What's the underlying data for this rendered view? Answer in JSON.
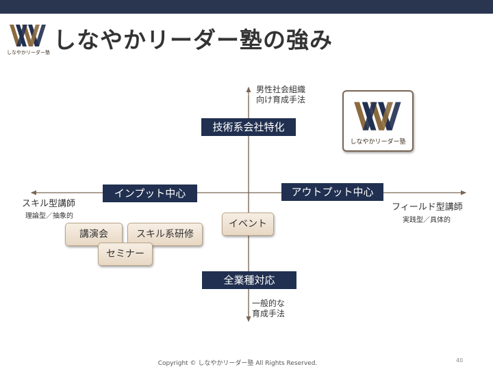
{
  "title": "しなやかリーダー塾の強み",
  "logo": {
    "name": "logo-mark",
    "text": "しなやかリーダー塾"
  },
  "axes": {
    "top": {
      "box": "技術系会社特化",
      "label_line1": "男性社会組織",
      "label_line2": "向け育成手法"
    },
    "bottom": {
      "box": "全業種対応",
      "label_line1": "一般的な",
      "label_line2": "育成手法"
    },
    "left": {
      "box": "インプット中心",
      "label": "スキル型講師",
      "sub": "理論型／抽象的"
    },
    "right": {
      "box": "アウトプット中心",
      "label": "フィールド型講師",
      "sub": "実践型／具体的"
    }
  },
  "items": [
    "講演会",
    "スキル系研修",
    "セミナー",
    "イベント"
  ],
  "colors": {
    "navy": "#213050",
    "topbar": "#2a3550",
    "logo_brown": "#8b6a3e",
    "beige": "#efe2d2"
  },
  "footer": "Copyright © しなやかリーダー塾 All Rights Reserved.",
  "page_number": "40"
}
